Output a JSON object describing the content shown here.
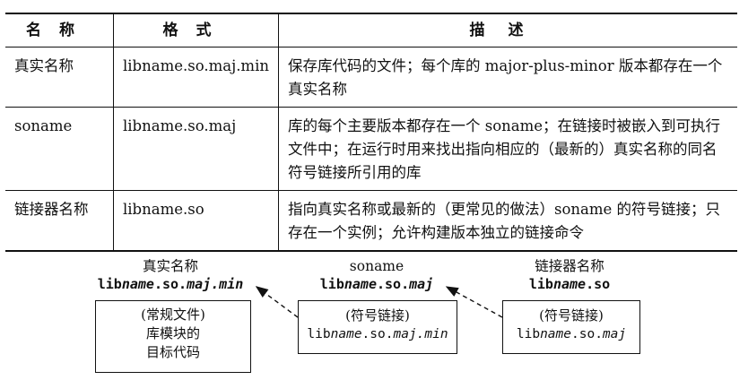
{
  "table": {
    "headers": [
      "名称",
      "格式",
      "描述"
    ],
    "rows": [
      {
        "name": "真实名称",
        "format": "libname.so.maj.min",
        "desc": "保存库代码的文件；每个库的 major-plus-minor 版本都存在一个真实名称"
      },
      {
        "name": "soname",
        "format": "libname.so.maj",
        "desc": "库的每个主要版本都存在一个 soname；在链接时被嵌入到可执行文件中；在运行时用来找出指向相应的（最新的）真实名称的同名符号链接所引用的库"
      },
      {
        "name": "链接器名称",
        "format": "libname.so",
        "desc": "指向真实名称或最新的（更常见的做法）soname 的符号链接；只存在一个实例；允许构建版本独立的链接命令"
      }
    ]
  },
  "diagram": {
    "real": {
      "title": "真实名称",
      "file_prefix": "lib",
      "file_italic": "name",
      "file_mid": ".so.",
      "file_italic2": "maj.min",
      "box_lines": [
        "(常规文件)",
        "库模块的",
        "目标代码"
      ]
    },
    "soname": {
      "title": "soname",
      "file_prefix": "lib",
      "file_italic": "name",
      "file_mid": ".so.",
      "file_italic2": "maj",
      "box_label": "(符号链接)",
      "box_prefix": "lib",
      "box_italic": "name",
      "box_mid": ".so.",
      "box_italic2": "maj.min"
    },
    "linker": {
      "title": "链接器名称",
      "file_prefix": "lib",
      "file_italic": "name",
      "file_mid": ".so",
      "file_italic2": "",
      "box_label": "(符号链接)",
      "box_prefix": "lib",
      "box_italic": "name",
      "box_mid": ".so.",
      "box_italic2": "maj"
    }
  }
}
